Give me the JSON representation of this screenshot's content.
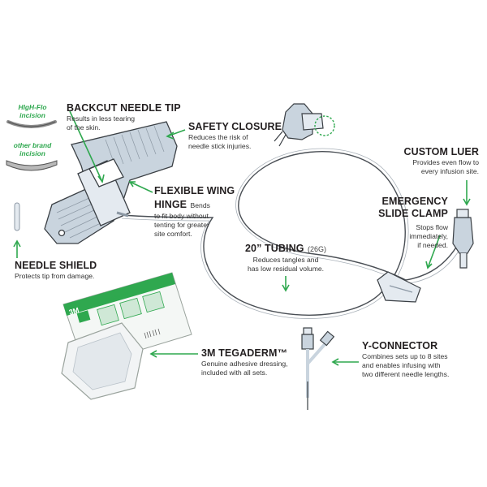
{
  "incisions": {
    "highflo": [
      "HIgH-Flo",
      "incision"
    ],
    "other": [
      "other brand",
      "incision"
    ]
  },
  "callouts": {
    "backcut": {
      "title": "BACKCUT NEEDLE TIP",
      "desc": [
        "Results in less tearing",
        "of the skin."
      ]
    },
    "safety": {
      "title": "SAFETY CLOSURE",
      "desc": [
        "Reduces the risk of",
        "needle stick injuries."
      ]
    },
    "luer": {
      "title": "CUSTOM LUER",
      "desc": [
        "Provides even flow to",
        "every infusion site."
      ]
    },
    "wing": {
      "title_lines": [
        "FLEXIBLE WING",
        "HINGE"
      ],
      "desc_inline": "Bends",
      "desc": [
        "to fit body without",
        "tenting for greater",
        "site comfort."
      ]
    },
    "clamp": {
      "title_lines": [
        "EMERGENCY",
        "SLIDE CLAMP"
      ],
      "desc": [
        "Stops flow",
        "immediately,",
        "if needed."
      ]
    },
    "tubing": {
      "title": "20” TUBING",
      "gauge": "(26G)",
      "desc": [
        "Reduces tangles and",
        "has low residual volume."
      ]
    },
    "shield": {
      "title": "NEEDLE SHIELD",
      "desc": [
        "Protects tip from damage."
      ]
    },
    "tegaderm": {
      "title": "3M TEGADERM™",
      "desc": [
        "Genuine adhesive dressing,",
        "included with all sets."
      ]
    },
    "yconn": {
      "title": "Y-CONNECTOR",
      "desc": [
        "Combines sets up to 8 sites",
        "and enables infusing with",
        "two different needle lengths."
      ]
    }
  },
  "package": {
    "brand": "3M",
    "name": "Tegaderm™"
  },
  "colors": {
    "accent": "#2fa84f",
    "text": "#231f20",
    "device": "#c9d4de",
    "outline": "#3a3f44"
  }
}
